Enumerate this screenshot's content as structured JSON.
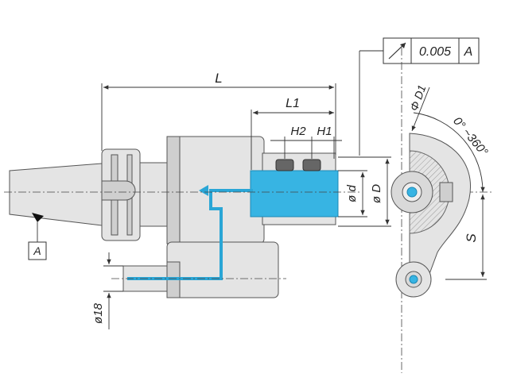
{
  "drawing": {
    "label_L": "L",
    "label_L1": "L1",
    "label_H2": "H2",
    "label_H1": "H1",
    "label_d": "ø d",
    "label_D": "ø D",
    "label_18": "ø18",
    "label_datum": "A",
    "label_D1": "Φ D1",
    "label_angle": "0° ~360°",
    "label_S": "S"
  },
  "tolerance_frame": {
    "symbol": "runout-arrow",
    "value": "0.005",
    "datum": "A"
  },
  "colors": {
    "body": "#e4e4e4",
    "coolant": "#37b4e3",
    "lines": "#333333"
  }
}
